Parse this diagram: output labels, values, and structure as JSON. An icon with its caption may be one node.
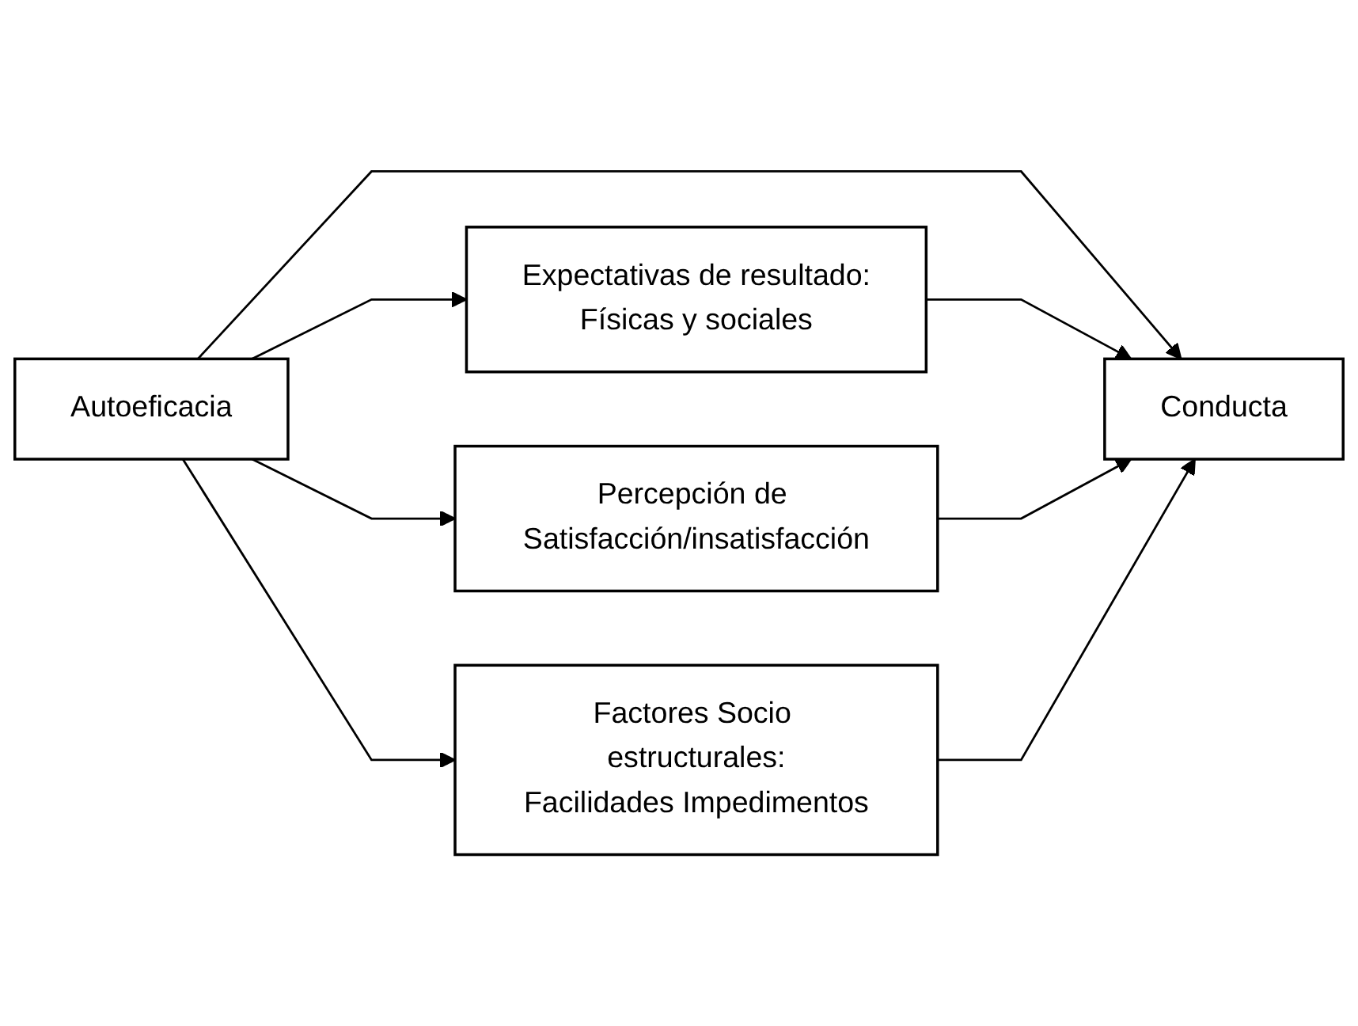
{
  "diagram": {
    "nodes": [
      {
        "text": [
          "Expectativas de resultado:",
          "Físicas y sociales"
        ]
      },
      {
        "text": [
          "Percepción de Satisfacción/insatisfacción"
        ]
      },
      {
        "text": [
          "Autoeficacia"
        ]
      },
      {
        "text": [
          "Conducta"
        ]
      },
      {
        "text": [
          "Factores Socio estructurales:",
          "Facilidades Impedimentos"
        ]
      }
    ],
    "edges": [
      {
        "from": 2,
        "to": 0,
        "arrow": "to"
      },
      {
        "from": 2,
        "to": 1,
        "arrow": "to"
      },
      {
        "from": 2,
        "to": 3,
        "arrow": "to"
      },
      {
        "from": 2,
        "to": 4,
        "arrow": "to"
      },
      {
        "from": 0,
        "to": 3,
        "arrow": "to"
      },
      {
        "from": 1,
        "to": 3,
        "arrow": "to"
      },
      {
        "from": 4,
        "to": 3,
        "arrow": "to"
      }
    ]
  }
}
